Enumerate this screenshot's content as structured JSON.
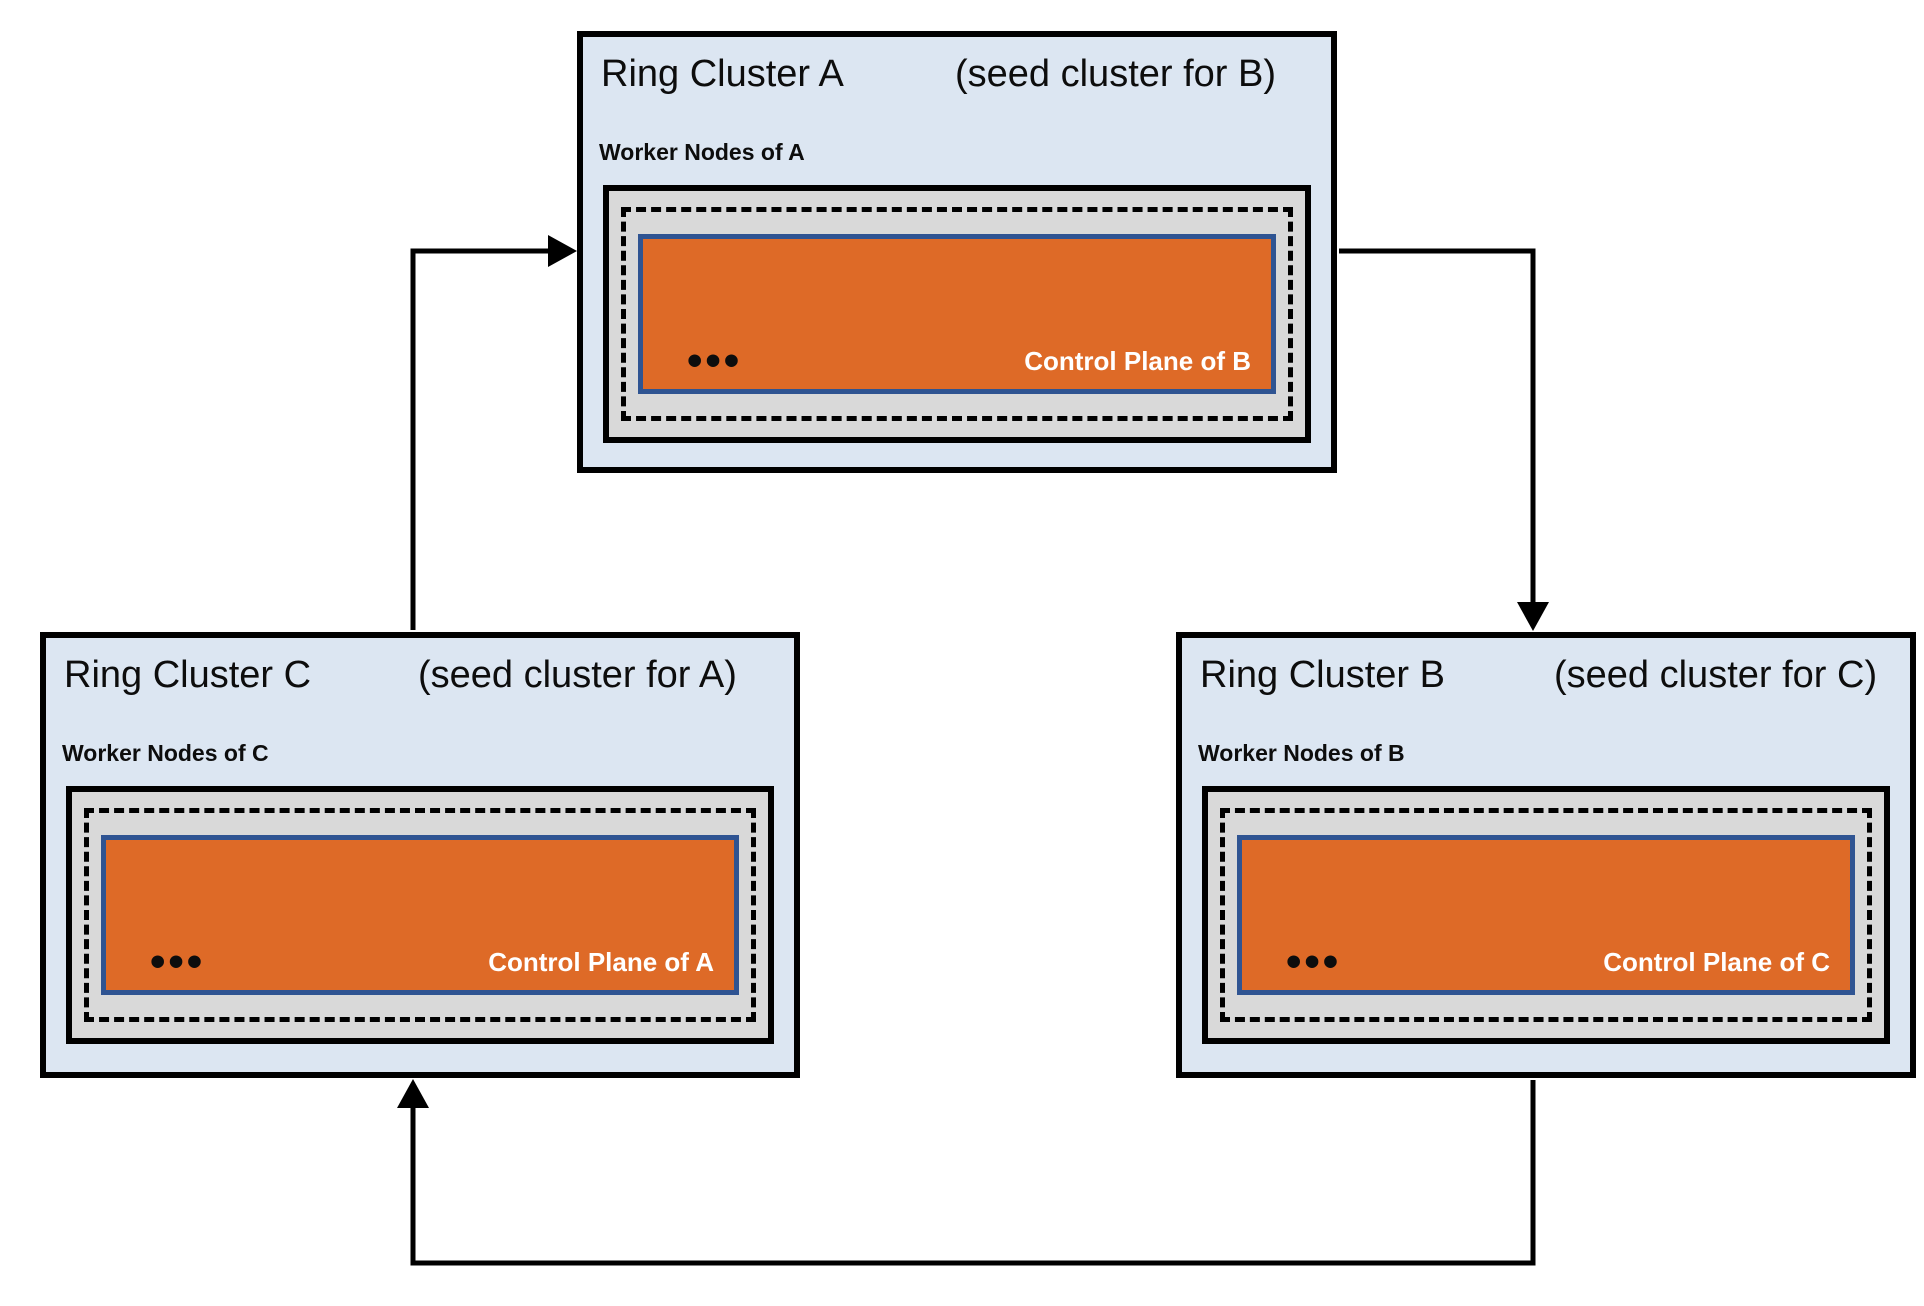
{
  "colors": {
    "cluster-bg": "#dce6f2",
    "node-bg": "#d9d9d9",
    "cp-bg": "#de6a27",
    "cp-border": "#2f5492",
    "cp-text": "#ffffff",
    "line": "#000000"
  },
  "clusters": [
    {
      "id": "A",
      "title": "Ring Cluster A",
      "seed_note": "(seed cluster for B)",
      "worker_label": "Worker Nodes of A",
      "control_plane_label": "Control Plane of B",
      "ellipsis": "•••"
    },
    {
      "id": "C",
      "title": "Ring Cluster C",
      "seed_note": "(seed cluster for A)",
      "worker_label": "Worker Nodes of C",
      "control_plane_label": "Control Plane of A",
      "ellipsis": "•••"
    },
    {
      "id": "B",
      "title": "Ring Cluster B",
      "seed_note": "(seed cluster for C)",
      "worker_label": "Worker Nodes of B",
      "control_plane_label": "Control Plane of C",
      "ellipsis": "•••"
    }
  ],
  "arrows": [
    {
      "name": "c-to-a",
      "from": "Ring Cluster C",
      "to": "Ring Cluster A"
    },
    {
      "name": "a-to-b",
      "from": "Ring Cluster A",
      "to": "Ring Cluster B"
    },
    {
      "name": "b-to-c",
      "from": "Ring Cluster B",
      "to": "Ring Cluster C"
    }
  ]
}
